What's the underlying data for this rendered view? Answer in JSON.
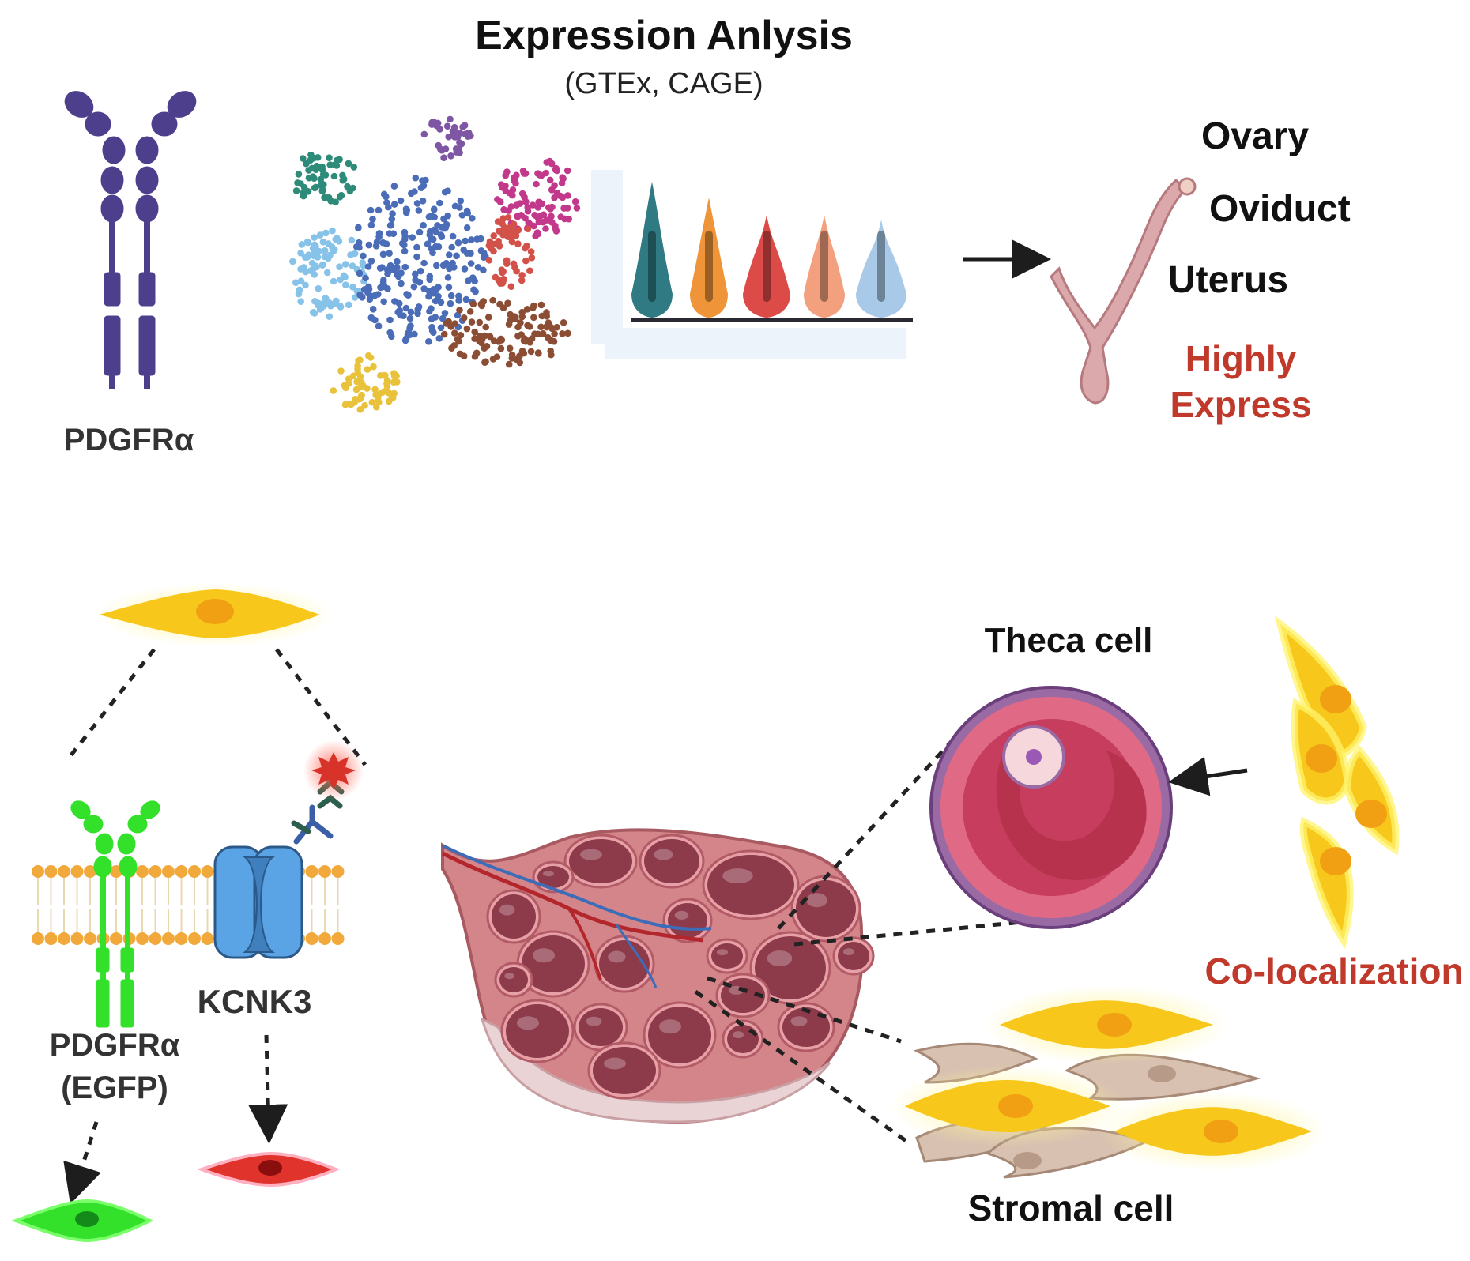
{
  "title": "Expression Anlysis",
  "subtitle": "(GTEx, CAGE)",
  "receptor_label": "PDGFRα",
  "tissues": [
    "Ovary",
    "Oviduct",
    "Uterus"
  ],
  "highlight": [
    "Highly",
    "Express"
  ],
  "egfp_label": [
    "PDGFRα",
    "(EGFP)"
  ],
  "channel_label": "KCNK3",
  "theca_label": "Theca cell",
  "stromal_label": "Stromal cell",
  "coloc_label": "Co-localization",
  "colors": {
    "receptor": "#4e3f8c",
    "egfp": "#33e02a",
    "channel": "#4f8fd0",
    "highlight_text": "#c0392b",
    "cell_yellow": "#f7c81b",
    "cell_red": "#e0332c",
    "ovary_pink": "#d9868a",
    "follicle": "#b7324c"
  },
  "violin_colors": [
    "#2f7a83",
    "#ef9438",
    "#dc4b48",
    "#f3a07f",
    "#a8c9e8"
  ],
  "cluster_colors": [
    "#2e8b7a",
    "#87c3e8",
    "#4b6cb7",
    "#e8c23a",
    "#7e56a3",
    "#c2388a",
    "#d2524a",
    "#8c4d35"
  ]
}
